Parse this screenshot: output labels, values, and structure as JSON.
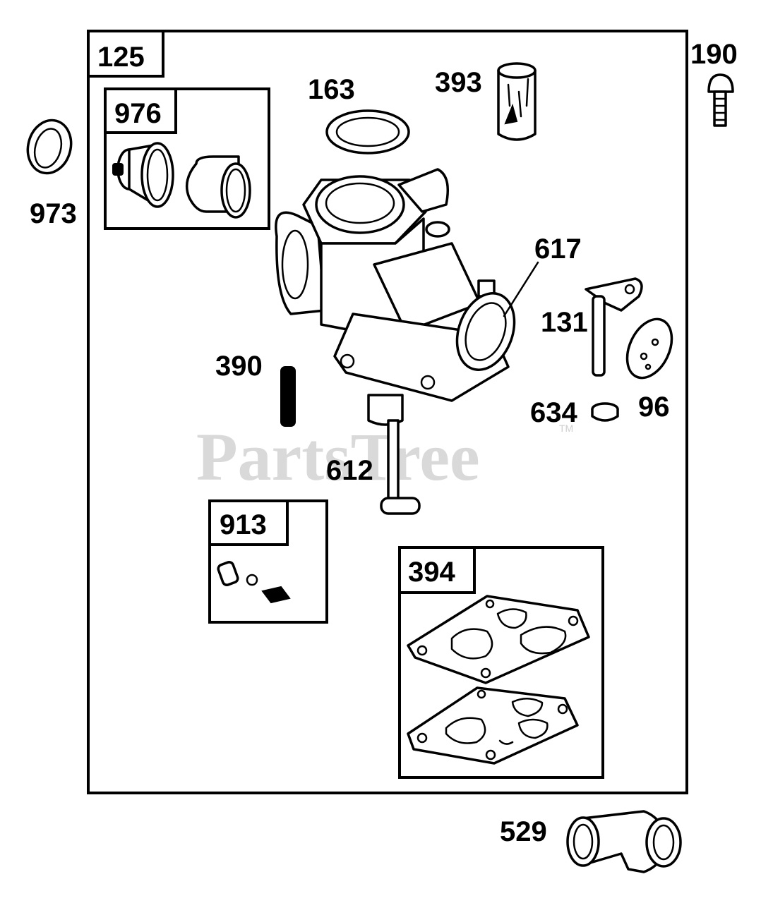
{
  "watermark": {
    "text": "PartsTree",
    "trademark": "TM"
  },
  "groups": {
    "carburetor_assembly": {
      "ref": "125"
    },
    "choke_kit": {
      "ref": "976"
    },
    "needle_kit": {
      "ref": "913"
    },
    "gasket_kit": {
      "ref": "394"
    }
  },
  "callouts": {
    "seal": "973",
    "o_ring_163": "163",
    "filter_393": "393",
    "screw_190": "190",
    "seal_617": "617",
    "shaft_131": "131",
    "throttle_plate_96": "96",
    "seal_634": "634",
    "spring_390": "390",
    "fuel_pipe_612": "612",
    "elbow_529": "529"
  }
}
